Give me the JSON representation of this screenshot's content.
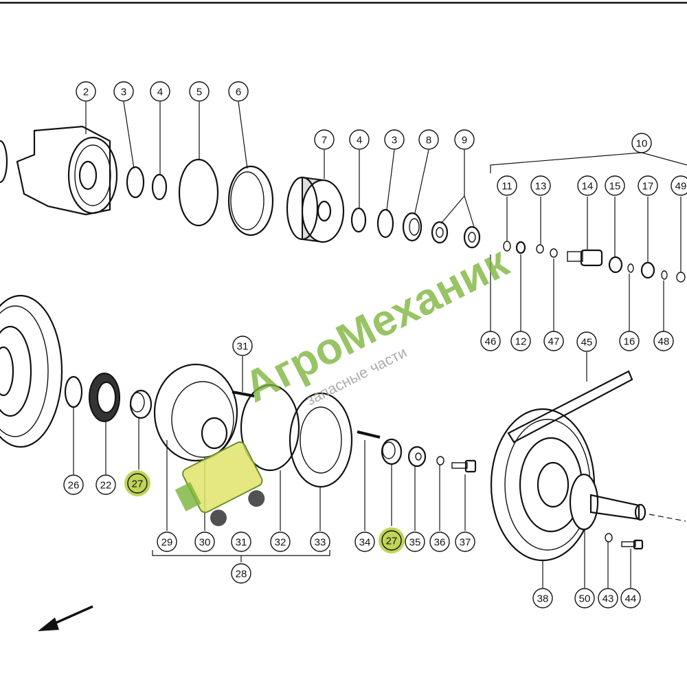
{
  "diagram": {
    "callouts": [
      {
        "id": "c2",
        "label": "2"
      },
      {
        "id": "c3a",
        "label": "3"
      },
      {
        "id": "c4a",
        "label": "4"
      },
      {
        "id": "c5",
        "label": "5"
      },
      {
        "id": "c6",
        "label": "6"
      },
      {
        "id": "c7",
        "label": "7"
      },
      {
        "id": "c4b",
        "label": "4"
      },
      {
        "id": "c3b",
        "label": "3"
      },
      {
        "id": "c8",
        "label": "8"
      },
      {
        "id": "c9",
        "label": "9"
      },
      {
        "id": "c10",
        "label": "10"
      },
      {
        "id": "c11",
        "label": "11"
      },
      {
        "id": "c13",
        "label": "13"
      },
      {
        "id": "c14",
        "label": "14"
      },
      {
        "id": "c15",
        "label": "15"
      },
      {
        "id": "c17",
        "label": "17"
      },
      {
        "id": "c49",
        "label": "49"
      },
      {
        "id": "c46",
        "label": "46"
      },
      {
        "id": "c12",
        "label": "12"
      },
      {
        "id": "c47",
        "label": "47"
      },
      {
        "id": "c16",
        "label": "16"
      },
      {
        "id": "c48",
        "label": "48"
      },
      {
        "id": "c31a",
        "label": "31"
      },
      {
        "id": "c45",
        "label": "45"
      },
      {
        "id": "c26",
        "label": "26"
      },
      {
        "id": "c22",
        "label": "22"
      },
      {
        "id": "c27a",
        "label": "27",
        "highlight": true
      },
      {
        "id": "c29",
        "label": "29"
      },
      {
        "id": "c30",
        "label": "30"
      },
      {
        "id": "c31b",
        "label": "31"
      },
      {
        "id": "c32",
        "label": "32"
      },
      {
        "id": "c33",
        "label": "33"
      },
      {
        "id": "c28",
        "label": "28"
      },
      {
        "id": "c34",
        "label": "34"
      },
      {
        "id": "c27b",
        "label": "27",
        "highlight": true
      },
      {
        "id": "c35",
        "label": "35"
      },
      {
        "id": "c36",
        "label": "36"
      },
      {
        "id": "c37",
        "label": "37"
      },
      {
        "id": "c38",
        "label": "38"
      },
      {
        "id": "c50",
        "label": "50"
      },
      {
        "id": "c43",
        "label": "43"
      },
      {
        "id": "c44",
        "label": "44"
      }
    ],
    "highlight_color": "#b5cc3a"
  },
  "watermark": {
    "brand": "АгроМеханик",
    "tagline": "запасные части",
    "brand_color": "#7bb33a"
  },
  "icons": {
    "direction_arrow": "arrow-down-left-icon",
    "logo": "gear-wrench-logo-icon"
  }
}
